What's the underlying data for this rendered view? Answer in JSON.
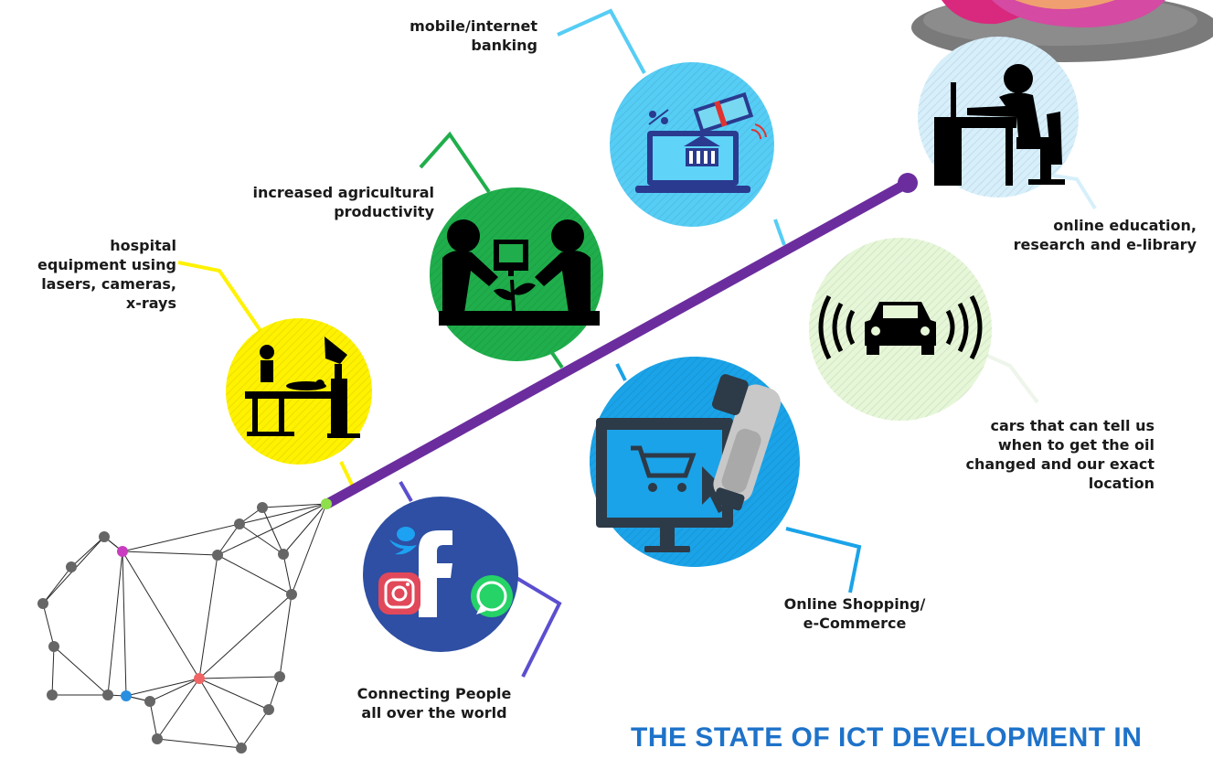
{
  "colors": {
    "timeline": "#6b2d9e",
    "hospital": "#fff200",
    "agriculture": "#1fae4b",
    "banking": "#56cdf5",
    "social": "#2e4fa3",
    "shopping": "#1aa3e8",
    "cars": "#e6f7d8",
    "education": "#d6effb",
    "title": "#1e72c9"
  },
  "labels": {
    "hospital": "hospital\nequipment using\nlasers, cameras,\nx-rays",
    "agriculture": "increased agricultural\nproductivity",
    "banking": "mobile/internet\nbanking",
    "education": "online education,\nresearch and e-library",
    "cars": "cars that can tell us\nwhen to get the oil\nchanged and our exact\nlocation",
    "shopping": "Online Shopping/\ne-Commerce",
    "social": "Connecting People\nall over the world"
  },
  "icons": {
    "hospital": "hospital-equipment-icon",
    "agriculture": "agriculture-icon",
    "banking": "banking-laptop-icon",
    "education": "person-at-desk-icon",
    "cars": "connected-car-icon",
    "shopping": "shopping-cart-monitor-icon",
    "social": "social-media-icon"
  },
  "footer": {
    "title": "THE STATE OF ICT DEVELOPMENT IN"
  }
}
